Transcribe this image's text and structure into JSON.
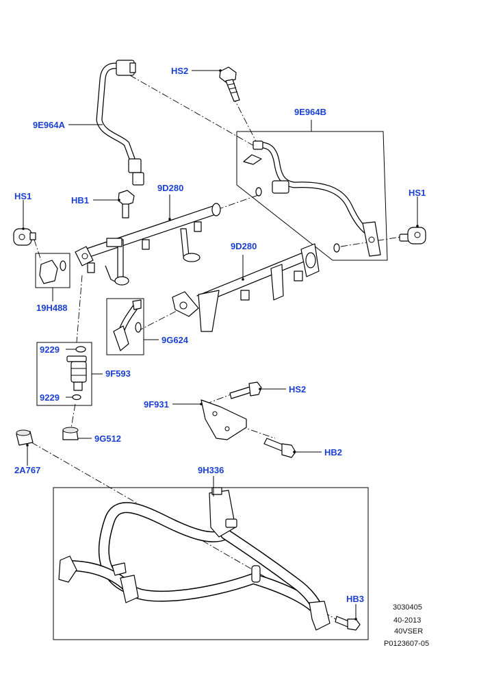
{
  "labels": {
    "hs2_top": "HS2",
    "p9e964a": "9E964A",
    "p9e964b": "9E964B",
    "hs1_left": "HS1",
    "hb1": "HB1",
    "p9d280_upper": "9D280",
    "hs1_right": "HS1",
    "p9d280_lower": "9D280",
    "p19h488": "19H488",
    "p9229_top": "9229",
    "p9f593": "9F593",
    "p9229_bottom": "9229",
    "p9g624": "9G624",
    "hs2_mid": "HS2",
    "p9f931": "9F931",
    "p9g512": "9G512",
    "hb2": "HB2",
    "p2a767": "2A767",
    "p9h336": "9H336",
    "hb3": "HB3"
  },
  "reference": {
    "line1": "3030405",
    "line2": "40-2013",
    "line3": "40VSER",
    "line4": "P0123607-05"
  },
  "colors": {
    "label": "#1a3fd1",
    "line": "#000000",
    "background": "#ffffff"
  }
}
